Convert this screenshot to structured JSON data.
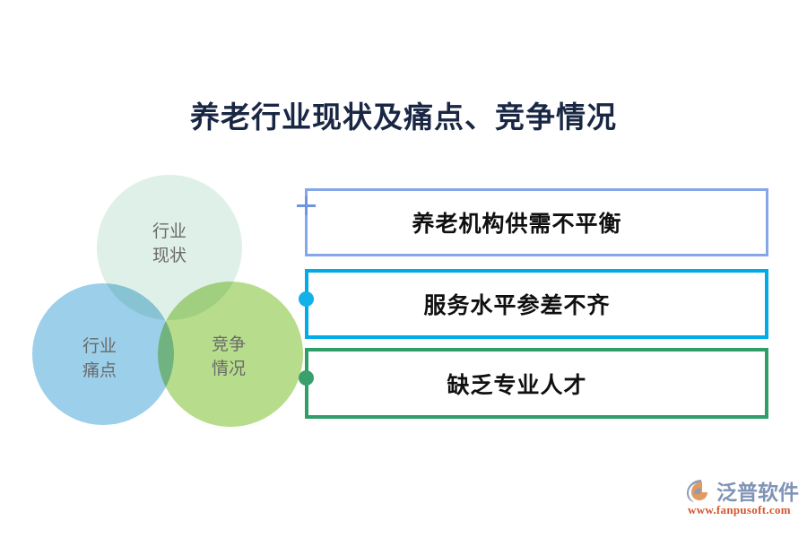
{
  "slide": {
    "title": "养老行业现状及痛点、竞争情况",
    "background_color": "#ffffff"
  },
  "venn": {
    "name": "three-overlapping-circles",
    "circles": [
      {
        "id": "industry-status",
        "label_line1": "行业",
        "label_line2": "现状",
        "color": "#dff0e8",
        "position": "top"
      },
      {
        "id": "industry-painpoints",
        "label_line1": "行业",
        "label_line2": "痛点",
        "color": "#9ccfe9",
        "position": "bottom-left"
      },
      {
        "id": "competition-status",
        "label_line1": "竞争",
        "label_line2": "情况",
        "color": "#b7dd8c",
        "position": "bottom-right"
      }
    ],
    "label_color": "#6a6a6a"
  },
  "boxes": [
    {
      "id": "supply-demand",
      "text": "养老机构供需不平衡",
      "border_color": "#83a7e8",
      "marker": "plus-marker",
      "marker_color": "#6f95e0"
    },
    {
      "id": "service-level",
      "text": "服务水平参差不齐",
      "border_color": "#00ace8",
      "marker": "dot-marker",
      "marker_color": "#12b1ea"
    },
    {
      "id": "lack-of-talent",
      "text": "缺乏专业人才",
      "border_color": "#2f9e68",
      "marker": "dot-marker",
      "marker_color": "#39a06b"
    }
  ],
  "logo": {
    "brand": "泛普软件",
    "url": "www.fanpusoft.com",
    "brand_color": "#7f93b5",
    "url_color": "#d4572c",
    "mark_colors": [
      "#8b9cbb",
      "#e09a62"
    ]
  }
}
